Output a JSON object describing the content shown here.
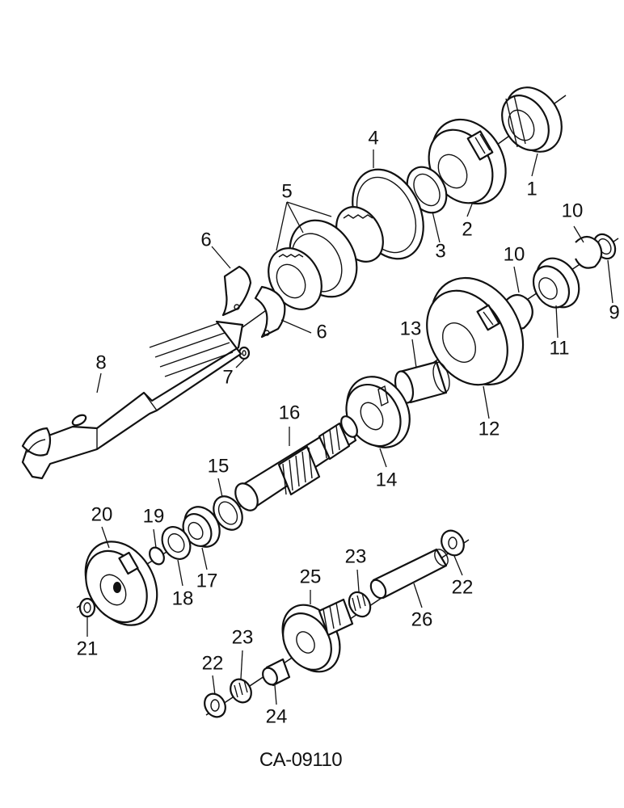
{
  "diagram": {
    "drawing_id": "CA-09110",
    "callouts": [
      {
        "id": "c1",
        "text": "1"
      },
      {
        "id": "c2",
        "text": "2"
      },
      {
        "id": "c3",
        "text": "3"
      },
      {
        "id": "c4",
        "text": "4"
      },
      {
        "id": "c5",
        "text": "5"
      },
      {
        "id": "c6a",
        "text": "6"
      },
      {
        "id": "c6b",
        "text": "6"
      },
      {
        "id": "c7",
        "text": "7"
      },
      {
        "id": "c8",
        "text": "8"
      },
      {
        "id": "c9",
        "text": "9"
      },
      {
        "id": "c10a",
        "text": "10"
      },
      {
        "id": "c10b",
        "text": "10"
      },
      {
        "id": "c11",
        "text": "11"
      },
      {
        "id": "c12",
        "text": "12"
      },
      {
        "id": "c13",
        "text": "13"
      },
      {
        "id": "c14",
        "text": "14"
      },
      {
        "id": "c15",
        "text": "15"
      },
      {
        "id": "c16",
        "text": "16"
      },
      {
        "id": "c17",
        "text": "17"
      },
      {
        "id": "c18",
        "text": "18"
      },
      {
        "id": "c19",
        "text": "19"
      },
      {
        "id": "c20",
        "text": "20"
      },
      {
        "id": "c21",
        "text": "21"
      },
      {
        "id": "c22a",
        "text": "22"
      },
      {
        "id": "c22b",
        "text": "22"
      },
      {
        "id": "c23a",
        "text": "23"
      },
      {
        "id": "c23b",
        "text": "23"
      },
      {
        "id": "c24",
        "text": "24"
      },
      {
        "id": "c25",
        "text": "25"
      },
      {
        "id": "c26",
        "text": "26"
      }
    ]
  }
}
